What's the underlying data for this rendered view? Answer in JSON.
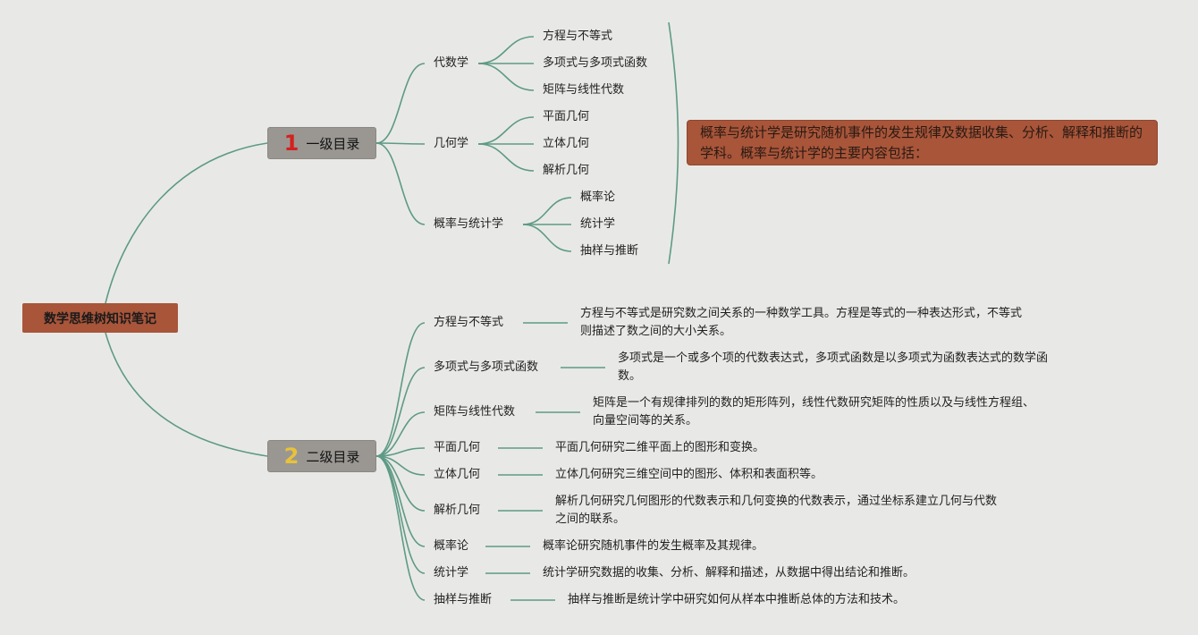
{
  "root": {
    "label": "数学思维树知识笔记"
  },
  "level1": {
    "number": "1",
    "label": "一级目录",
    "number_color": "#d42020",
    "groups": [
      {
        "label": "代数学",
        "children": [
          "方程与不等式",
          "多项式与多项式函数",
          "矩阵与线性代数"
        ]
      },
      {
        "label": "几何学",
        "children": [
          "平面几何",
          "立体几何",
          "解析几何"
        ]
      },
      {
        "label": "概率与统计学",
        "children": [
          "概率论",
          "统计学",
          "抽样与推断"
        ]
      }
    ],
    "note": "概率与统计学是研究随机事件的发生规律及数据收集、分析、解释和推断的学科。概率与统计学的主要内容包括："
  },
  "level2": {
    "number": "2",
    "label": "二级目录",
    "number_color": "#e8c23a",
    "items": [
      {
        "label": "方程与不等式",
        "desc": "方程与不等式是研究数之间关系的一种数学工具。方程是等式的一种表达形式，不等式则描述了数之间的大小关系。"
      },
      {
        "label": "多项式与多项式函数",
        "desc": "多项式是一个或多个项的代数表达式，多项式函数是以多项式为函数表达式的数学函数。"
      },
      {
        "label": "矩阵与线性代数",
        "desc": "矩阵是一个有规律排列的数的矩形阵列，线性代数研究矩阵的性质以及与线性方程组、向量空间等的关系。"
      },
      {
        "label": "平面几何",
        "desc": "平面几何研究二维平面上的图形和变换。"
      },
      {
        "label": "立体几何",
        "desc": "立体几何研究三维空间中的图形、体积和表面积等。"
      },
      {
        "label": "解析几何",
        "desc": "解析几何研究几何图形的代数表示和几何变换的代数表示，通过坐标系建立几何与代数之间的联系。"
      },
      {
        "label": "概率论",
        "desc": "概率论研究随机事件的发生概率及其规律。"
      },
      {
        "label": "统计学",
        "desc": "统计学研究数据的收集、分析、解释和描述，从数据中得出结论和推断。"
      },
      {
        "label": "抽样与推断",
        "desc": "抽样与推断是统计学中研究如何从样本中推断总体的方法和技术。"
      }
    ]
  },
  "colors": {
    "connector": "#5e9a86",
    "root_fill": "#a8553a",
    "level_fill": "#9a9793",
    "note_fill": "#a8553a",
    "background": "#e8e9e6"
  }
}
